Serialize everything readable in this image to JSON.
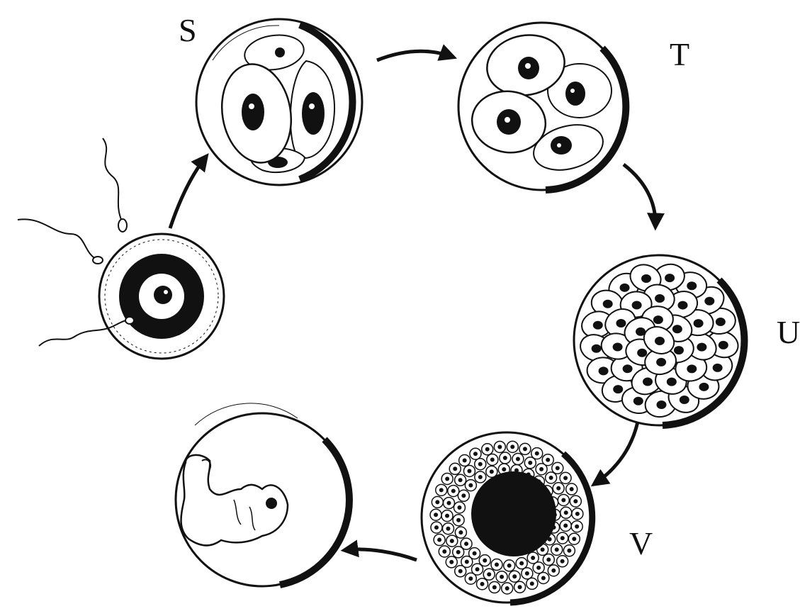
{
  "labels": {
    "s": "S",
    "t": "T",
    "u": "U",
    "v": "V"
  },
  "colors": {
    "ink": "#111111",
    "paper": "#ffffff"
  }
}
